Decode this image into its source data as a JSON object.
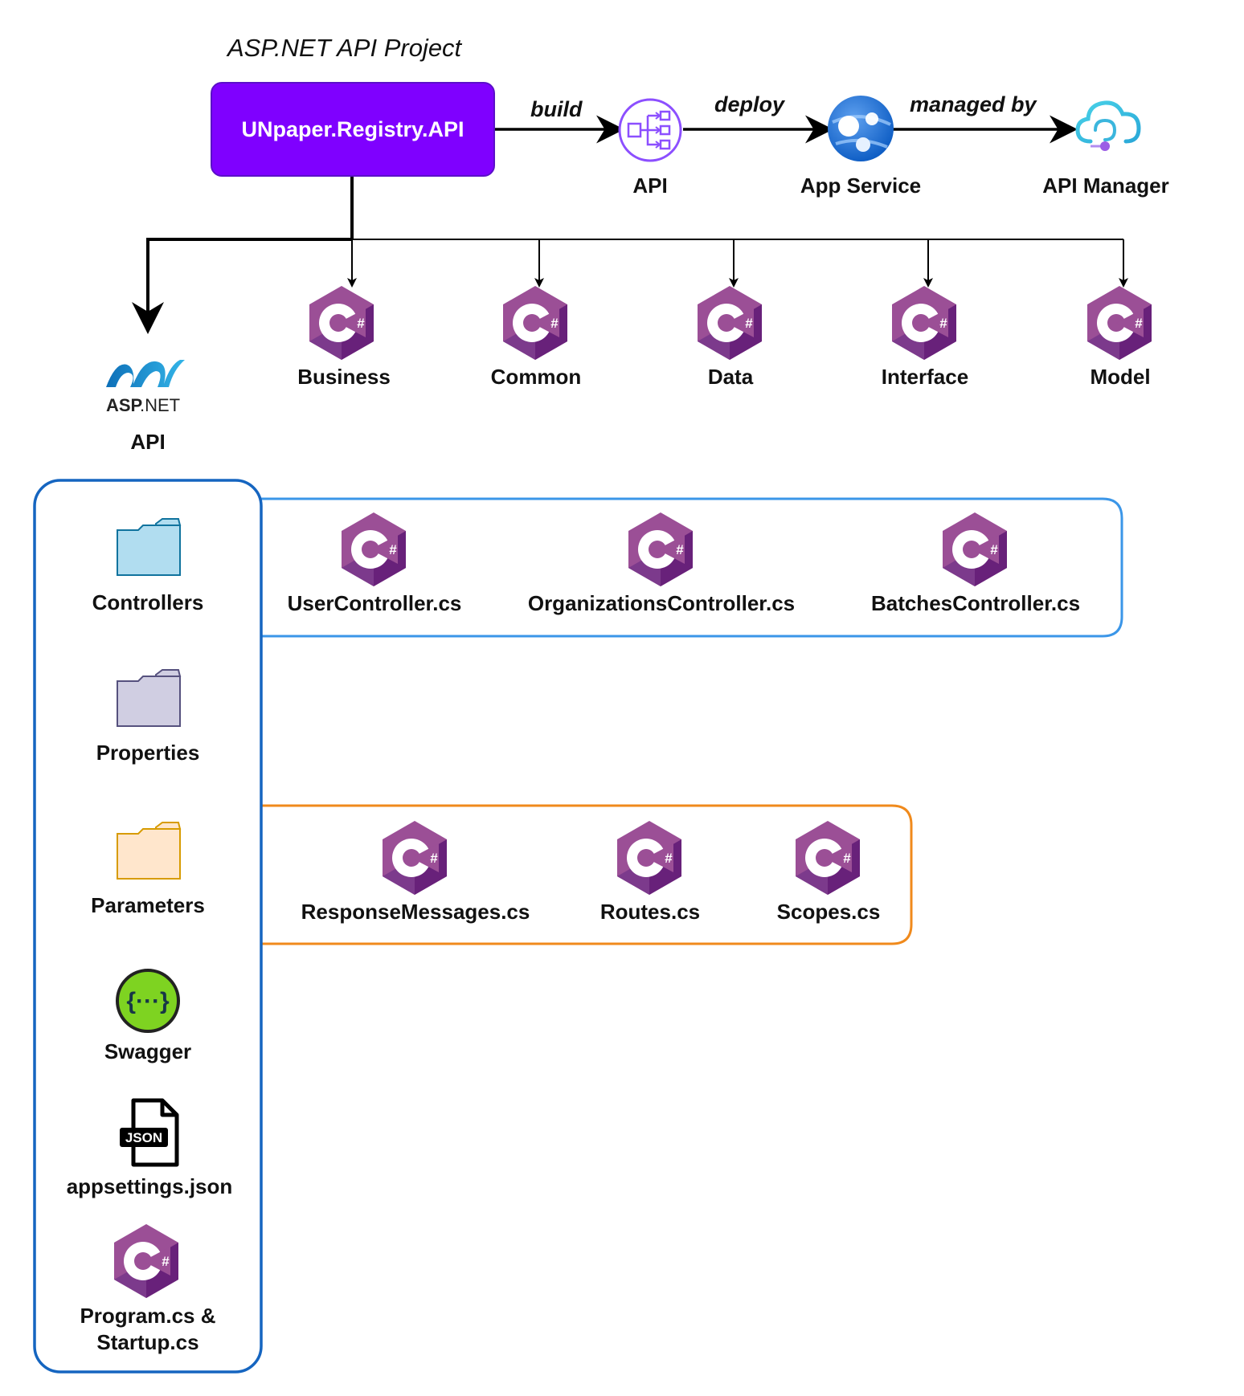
{
  "title": "ASP.NET API Project",
  "main_node": "UNpaper.Registry.API",
  "pipeline": {
    "edges": [
      "build",
      "deploy",
      "managed by"
    ],
    "nodes": [
      "API",
      "App Service",
      "API Manager"
    ]
  },
  "projects": [
    "Business",
    "Common",
    "Data",
    "Interface",
    "Model"
  ],
  "api_project": {
    "logo_text": "ASP.NET",
    "label": "API"
  },
  "folders": {
    "controllers": "Controllers",
    "properties": "Properties",
    "parameters": "Parameters",
    "swagger": "Swagger",
    "appsettings": "appsettings.json",
    "program_line1": "Program.cs &",
    "program_line2": "Startup.cs",
    "json_badge": "JSON"
  },
  "controller_files": [
    "UserController.cs",
    "OrganizationsController.cs",
    "BatchesController.cs"
  ],
  "parameter_files": [
    "ResponseMessages.cs",
    "Routes.cs",
    "Scopes.cs"
  ],
  "colors": {
    "main_node": "#7f00ff",
    "csharp": "#8e3f9b",
    "controllers_border": "#3b96e8",
    "parameters_border": "#f08a1c",
    "panel_border": "#1565c0",
    "swagger": "#7ed321"
  }
}
